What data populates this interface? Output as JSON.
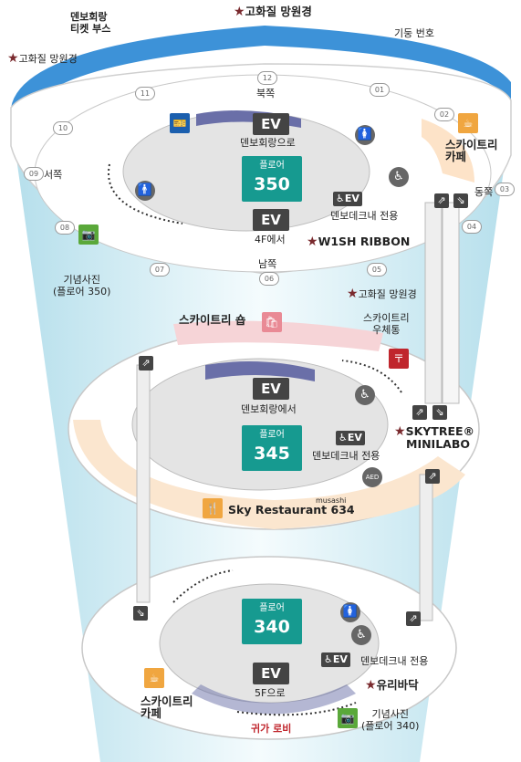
{
  "top": {
    "tembo_ticket": [
      "덴보회랑",
      "티켓 부스"
    ],
    "telescope_top": "고화질 망원경",
    "telescope_left": "고화질 망원경",
    "pillar_no": "기둥 번호",
    "pillars": [
      "01",
      "02",
      "03",
      "04",
      "05",
      "06",
      "07",
      "08",
      "09",
      "10",
      "11",
      "12"
    ],
    "dir_north": "북쪽",
    "dir_west": "서쪽",
    "dir_east": "동쪽",
    "dir_south": "남쪽"
  },
  "floor350": {
    "ev_top": "EV",
    "ev_top_label": "덴보회랑으로",
    "floor_word": "플로어",
    "floor_num": "350",
    "ev_bottom": "EV",
    "ev_bottom_label": "4F에서",
    "ev_deck_label": "덴보데크내 전용",
    "cafe": [
      "스카이트리",
      "카페"
    ],
    "photo": [
      "기념사진",
      "(플로어 350)"
    ],
    "ribbon": "W1SH RIBBON",
    "telescope": "고화질 망원경"
  },
  "floor345": {
    "shop": "스카이트리 숍",
    "post": [
      "스카이트리",
      "우체통"
    ],
    "ev_top": "EV",
    "ev_top_label": "덴보회랑에서",
    "floor_word": "플로어",
    "floor_num": "345",
    "ev_deck_label": "덴보데크내 전용",
    "minilabo": [
      "SKYTREE®",
      "MINILABO"
    ],
    "restaurant": "Sky Restaurant 634",
    "restaurant_sub": "musashi",
    "aed": "AED"
  },
  "floor340": {
    "floor_word": "플로어",
    "floor_num": "340",
    "ev_deck_label": "덴보데크내 전용",
    "ev_bottom": "EV",
    "ev_bottom_label": "5F으로",
    "glass_floor": "유리바닥",
    "photo": [
      "기념사진",
      "(플로어 340)"
    ],
    "cafe": [
      "스카이트리",
      "카페"
    ],
    "lobby": "귀가 로비"
  },
  "colors": {
    "teal": "#169a90",
    "ev_dark": "#444444",
    "star": "#7a2a2e",
    "accent_red": "#c0262d",
    "cafe_orange": "#f0a640",
    "photo_green": "#5aa83a",
    "window_blue": "#3d92d8"
  },
  "icons": [
    "star-icon",
    "elevator-icon",
    "escalator-icon",
    "restroom-icon",
    "wheelchair-icon",
    "cafe-icon",
    "camera-icon",
    "shop-bag-icon",
    "post-box-icon",
    "ticket-booth-icon",
    "aed-icon",
    "restaurant-icon"
  ]
}
